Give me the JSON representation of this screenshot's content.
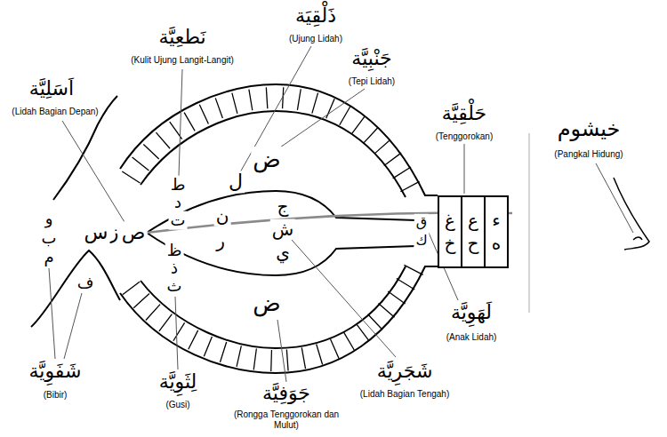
{
  "diagram": {
    "nodes": [
      {
        "text": [
          "غ",
          "خ"
        ]
      },
      {
        "text": [
          "ع",
          "ح"
        ]
      },
      {
        "text": [
          "ء",
          "ه"
        ]
      }
    ],
    "labels": [
      "نَطعِيَّة",
      "(Kulit Ujung Langit-Langit)",
      "ذَلْقِيَة",
      "(Ujung Lidah)",
      "جَنْبِيَّة",
      "(Tepi Lidah)",
      "حَلْقِيَّة",
      "(Tenggorokan)",
      "خيشوم",
      "(Pangkal Hidung)",
      "اَسَلِيَّة",
      "(Lidah Bagian Depan)",
      "ض",
      "ل",
      "ط",
      "د",
      "ت",
      "ص",
      "ز",
      "س",
      "ن",
      "ر",
      "ج",
      "ش",
      "ي",
      "ق",
      "ك",
      "ظ",
      "ذ",
      "ث",
      "ض",
      "و",
      "ب",
      "م",
      "ف",
      "لَهَوِيَّة",
      "(Anak Lidah)",
      "شَجَرِيَّة",
      "(Lidah Bagian Tengah)",
      "جَوَفِيَّة",
      "(Rongga Tenggorokan dan Mulut)",
      "لِثَوِيَّة",
      "(Gusi)",
      "شَفَوِيَّة",
      "(Bibir)"
    ]
  }
}
